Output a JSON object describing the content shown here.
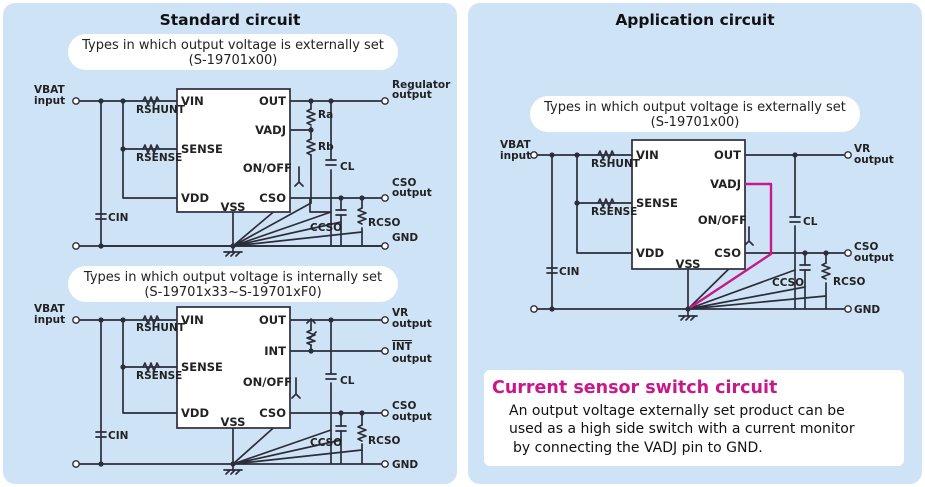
{
  "panels": {
    "standard": {
      "title": "Standard circuit",
      "external": {
        "caption1": "Types in which output voltage is externally set",
        "caption2": "(S-19701x00)"
      },
      "internal": {
        "caption1": "Types in which output voltage is internally set",
        "caption2": "(S-19701x33~S-19701xF0)"
      }
    },
    "application": {
      "title": "Application circuit",
      "caption1": "Types in which output voltage is externally set",
      "caption2": "(S-19701x00)"
    }
  },
  "pins": {
    "vin": "VIN",
    "sense": "SENSE",
    "vdd": "VDD",
    "vss": "VSS",
    "out": "OUT",
    "vadj": "VADJ",
    "onoff": "ON/OFF",
    "cso": "CSO",
    "int": "INT"
  },
  "labels": {
    "vbat": "VBAT",
    "input": "input",
    "regulator": "Regulator",
    "output": "output",
    "vr": "VR",
    "cso": "CSO",
    "gnd": "GND",
    "int_bar": "INT",
    "rshunt": "RSHUNT",
    "rsense": "RSENSE",
    "cin": "CIN",
    "ra": "Ra",
    "rb": "Rb",
    "cl": "CL",
    "ccso": "CCSO",
    "rcso": "RCSO"
  },
  "note": {
    "title": "Current sensor switch circuit",
    "line1": "An output voltage externally set product can be",
    "line2": "used as a high side switch with a current monitor",
    "line3": "by connecting the VADJ pin to GND."
  },
  "colors": {
    "panel": "#cfe3f7",
    "accent": "#c7198a",
    "wire": "#2d2d3a"
  }
}
